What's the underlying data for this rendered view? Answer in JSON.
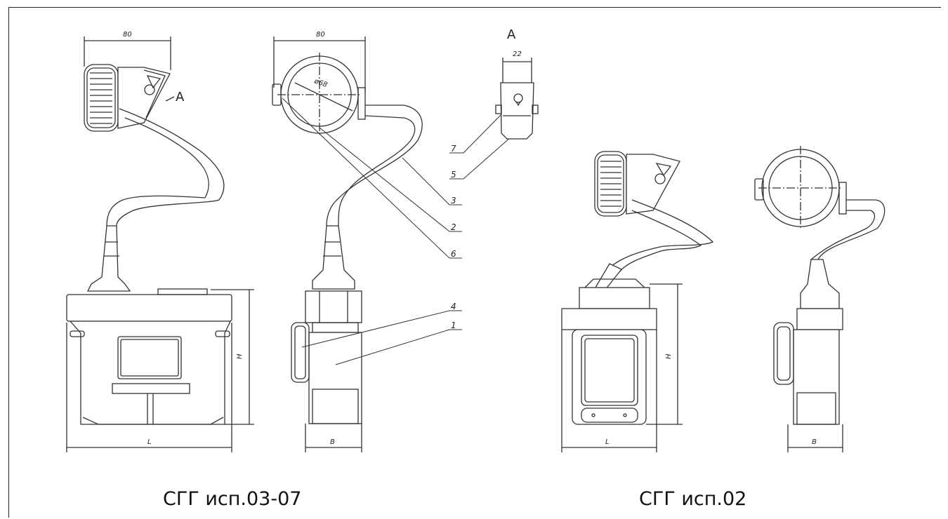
{
  "captions": {
    "left": "СГГ исп.03-07",
    "right": "СГГ исп.02"
  },
  "dimensions": {
    "head_width_1": "80",
    "head_width_2": "80",
    "lens_diameter": "ø68",
    "clip_width": "22",
    "height_1": "H",
    "length_1": "L",
    "depth_1": "B",
    "height_2": "H",
    "length_2": "L",
    "depth_2": "B"
  },
  "view_labels": {
    "view_title": "A",
    "view_arrow": "A"
  },
  "callouts": {
    "c1": "1",
    "c2": "2",
    "c3": "3",
    "c4": "4",
    "c5": "5",
    "c6": "6",
    "c7": "7"
  }
}
